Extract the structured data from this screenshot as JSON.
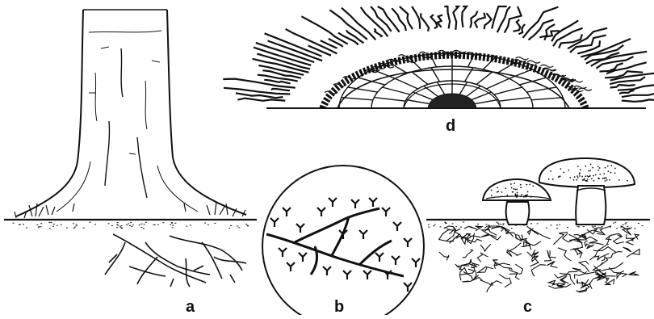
{
  "figure": {
    "panels": [
      {
        "id": "a",
        "label": "a",
        "subject": "tree-trunk-with-roots"
      },
      {
        "id": "b",
        "label": "b",
        "subject": "magnified-root-tip-branching"
      },
      {
        "id": "c",
        "label": "c",
        "subject": "mushrooms-with-mycelium"
      },
      {
        "id": "d",
        "label": "d",
        "subject": "root-cross-section-with-fungal-mantle"
      }
    ],
    "colors": {
      "ink": "#111111",
      "paper": "#ffffff"
    }
  }
}
